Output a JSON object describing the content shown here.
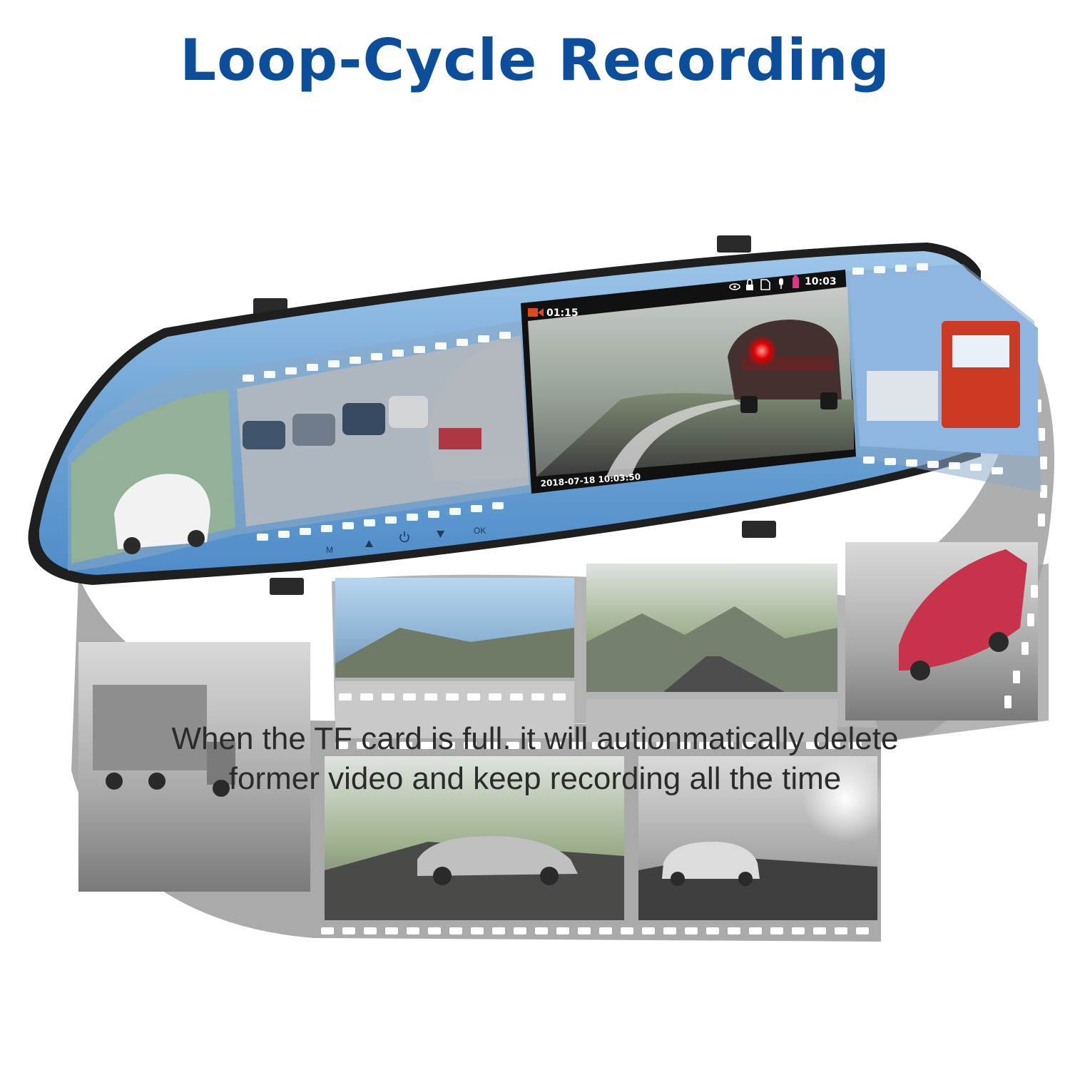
{
  "headline": {
    "text": "Loop-Cycle Recording",
    "color": "#0b4f9c"
  },
  "screen": {
    "record_time": "01:15",
    "clock": "10:03",
    "timestamp": "2018-07-18 10:03:50",
    "status_icons": [
      "eye-icon",
      "lock-icon",
      "sd-card-icon",
      "microphone-icon",
      "battery-icon"
    ],
    "record_indicator_color": "#e04a1a",
    "battery_color": "#e8308a"
  },
  "buttons": [
    {
      "label": "M",
      "icon": ""
    },
    {
      "label": "",
      "icon": "up-arrow-icon"
    },
    {
      "label": "",
      "icon": "power-icon"
    },
    {
      "label": "",
      "icon": "down-arrow-icon"
    },
    {
      "label": "OK",
      "icon": ""
    }
  ],
  "colors": {
    "mirror_glass": "#6fa5d6",
    "film_frame": "#8f8f8f",
    "text": "#2b2b2b"
  },
  "caption": {
    "line1": "When the TF card is full. it will autionmatically delete",
    "line2": "former video and keep recording all the time"
  }
}
